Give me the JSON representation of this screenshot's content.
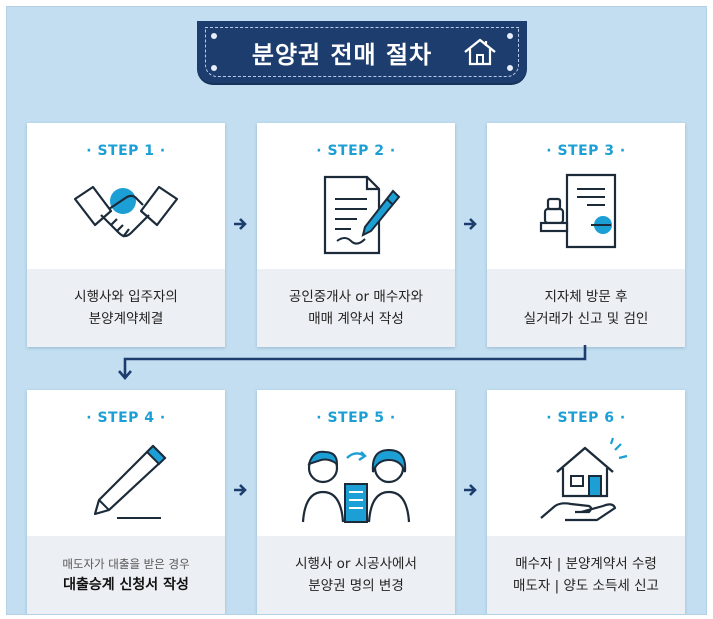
{
  "title": "분양권 전매 절차",
  "colors": {
    "navy": "#1c3d6e",
    "accent": "#1b9fd4",
    "background": "#c2def0",
    "caption_bg": "#eceff3"
  },
  "steps": [
    {
      "label": "· STEP 1 ·",
      "icon": "handshake-icon",
      "line1": "시행사와 입주자의",
      "line2": "분양계약체결"
    },
    {
      "label": "· STEP 2 ·",
      "icon": "document-pen-icon",
      "line1": "공인중개사 or 매수자와",
      "line2": "매매 계약서 작성"
    },
    {
      "label": "· STEP 3 ·",
      "icon": "stamp-certificate-icon",
      "line1": "지자체 방문 후",
      "line2": "실거래가 신고 및 검인"
    },
    {
      "label": "· STEP 4 ·",
      "icon": "pen-icon",
      "line1": "매도자가 대출을 받은 경우",
      "line2": "대출승계 신청서 작성"
    },
    {
      "label": "· STEP 5 ·",
      "icon": "people-building-icon",
      "line1": "시행사 or 시공사에서",
      "line2": "분양권 명의 변경"
    },
    {
      "label": "· STEP 6 ·",
      "icon": "house-hand-icon",
      "line1": "매수자 | 분양계약서 수령",
      "line2": "매도자 | 양도 소득세 신고"
    }
  ]
}
